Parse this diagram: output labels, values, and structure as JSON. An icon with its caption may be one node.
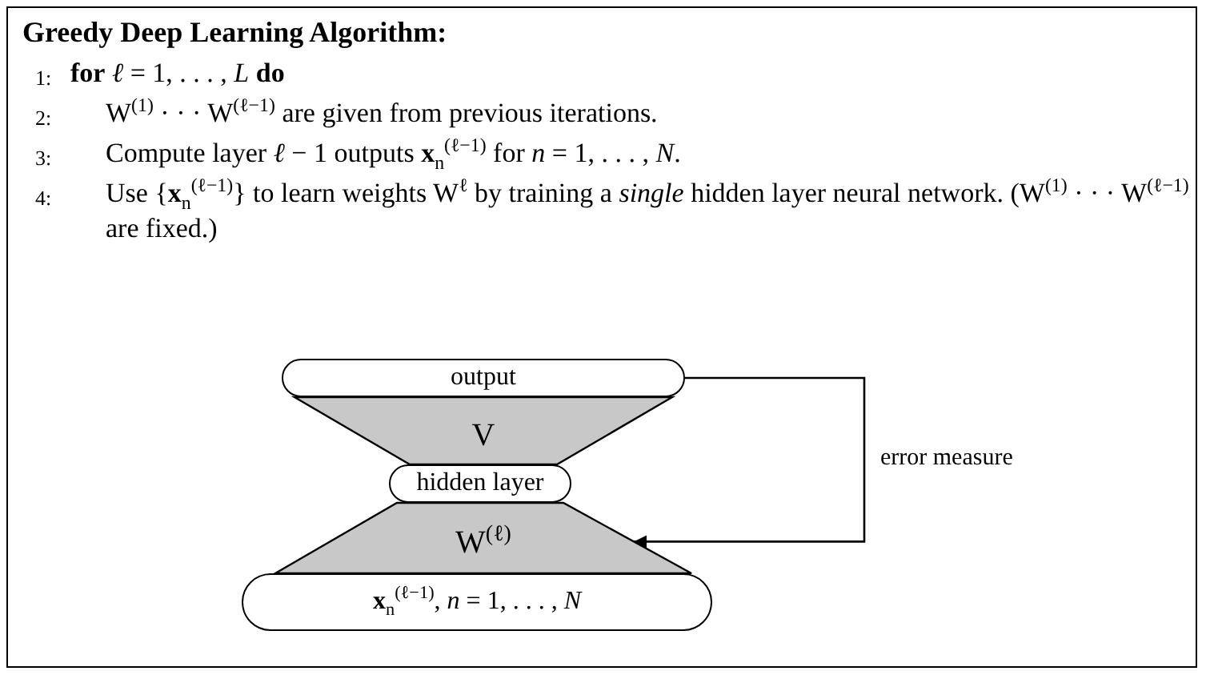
{
  "diagram": {
    "title": "Greedy Deep Learning Algorithm:",
    "nodes": [
      {
        "text": [
          "output"
        ]
      },
      {
        "text": [
          "V"
        ]
      },
      {
        "text": [
          "hidden layer"
        ]
      },
      {
        "text": [
          "W$^{(ℓ)}$"
        ]
      },
      {
        "text": [
          "**x**$_{n}$$^{(ℓ−1)}$,        *n* = 1, . . . , *N*"
        ]
      }
    ],
    "edges": [
      {
        "from": 0,
        "to": 3,
        "arrow": "to",
        "label": "error measure"
      }
    ],
    "labels": [
      "1:",
      "**for** *ℓ* = 1, . . . , *L* **do**",
      "2:",
      "W$^{(1)}$ · · · W$^{(ℓ−1)}$ are given from previous iterations.",
      "3:",
      "Compute layer *ℓ* − 1 outputs **x**$_{n}$$^{(ℓ−1)}$ for *n* = 1, . . . , *N*.",
      "4:",
      "Use {**x**$_{n}$$^{(ℓ−1)}$} to learn weights W$^{ℓ}$ by training a *single* hidden layer neural network. (W$^{(1)}$ · · · W$^{(ℓ−1)}$ are fixed.)"
    ]
  }
}
